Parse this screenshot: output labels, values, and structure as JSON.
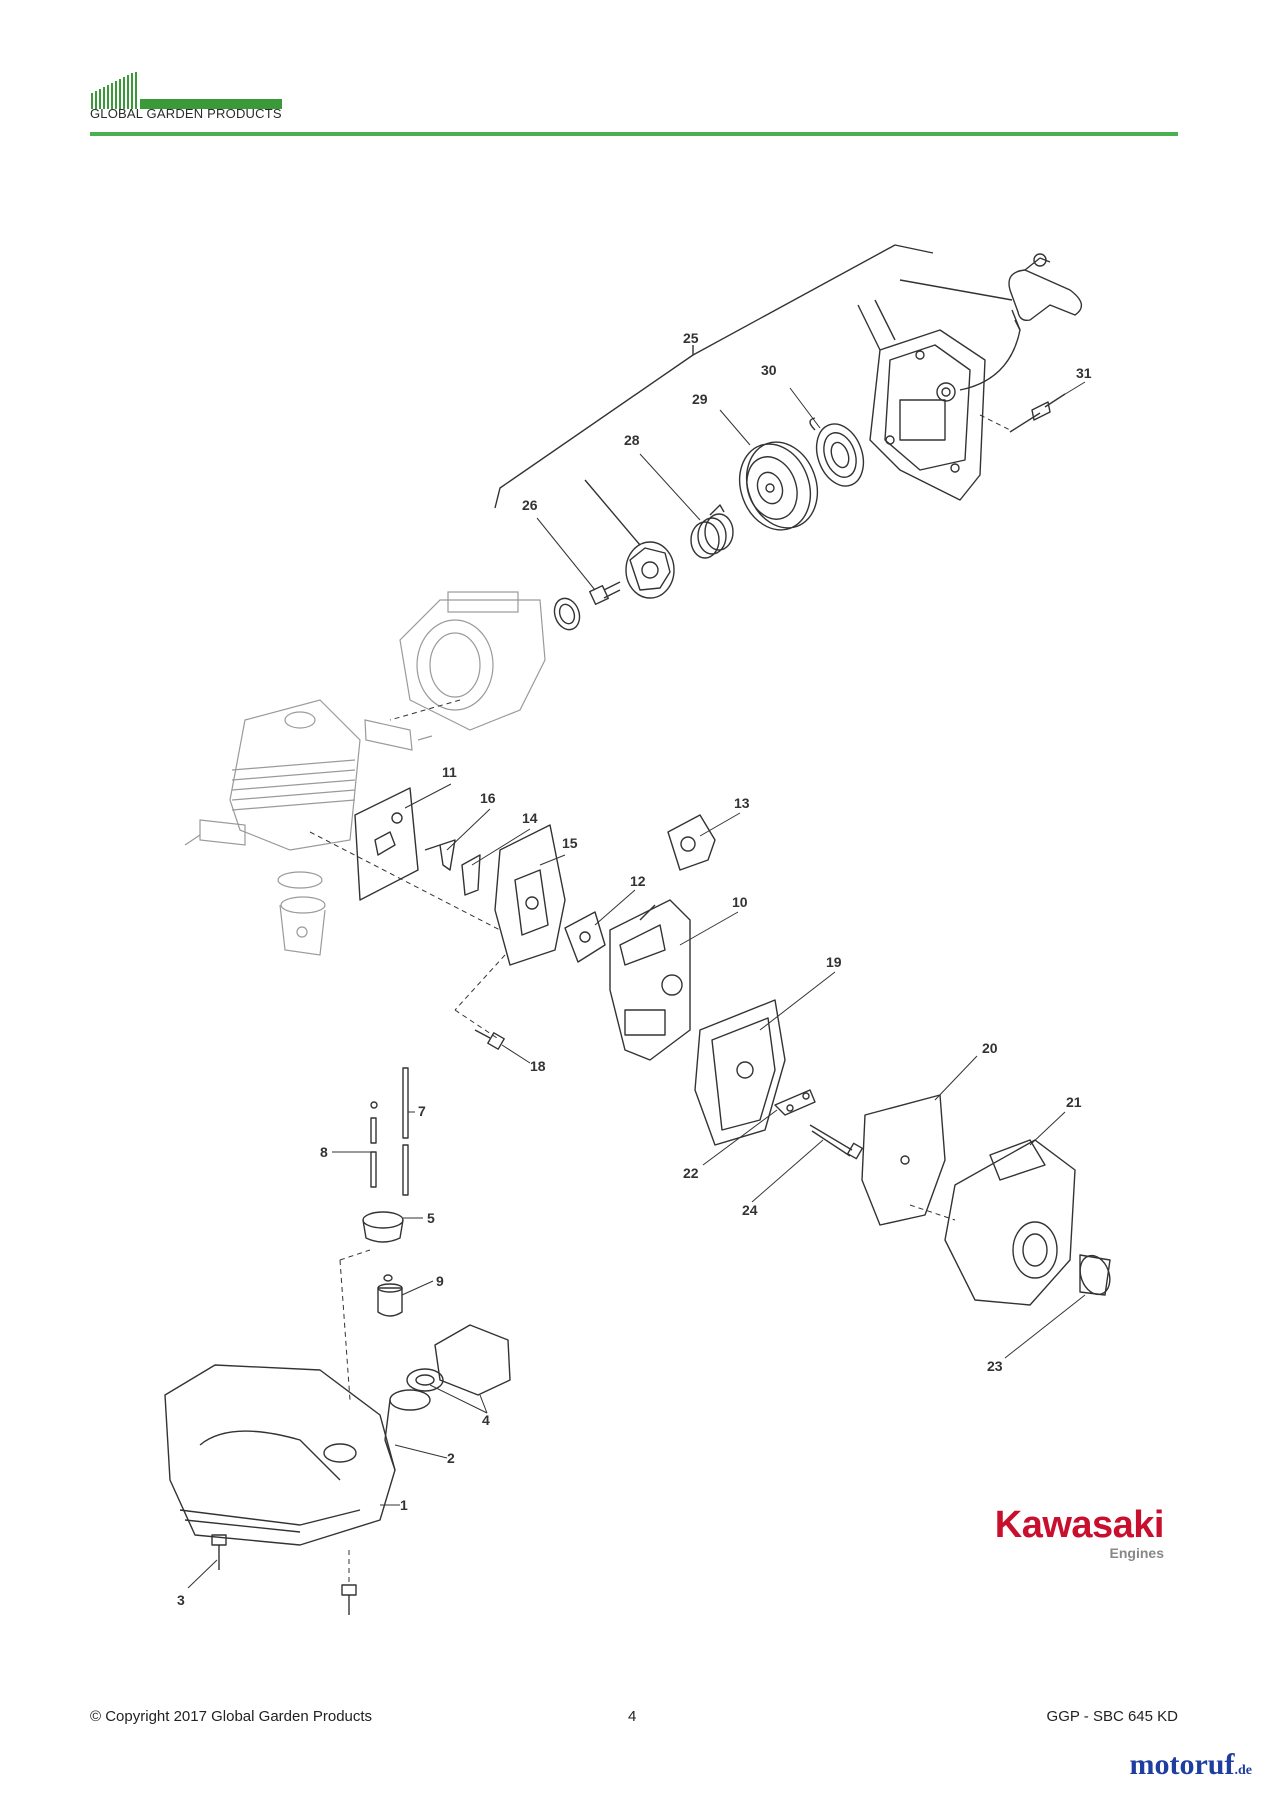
{
  "header": {
    "company": "GLOBAL GARDEN PRODUCTS",
    "accent_color": "#4CAF50"
  },
  "diagram": {
    "callouts": [
      "25",
      "31",
      "30",
      "29",
      "28",
      "26",
      "11",
      "16",
      "14",
      "15",
      "13",
      "12",
      "10",
      "19",
      "18",
      "20",
      "21",
      "7",
      "8",
      "5",
      "9",
      "22",
      "24",
      "23",
      "4",
      "2",
      "1",
      "3"
    ]
  },
  "brand": {
    "name": "Kawasaki",
    "subtitle": "Engines",
    "color": "#c8102e"
  },
  "footer": {
    "copyright": "© Copyright 2017 Global Garden Products",
    "page_number": "4",
    "model": "GGP - SBC 645 KD"
  },
  "watermark": {
    "name": "motoruf",
    "suffix": ".de"
  }
}
